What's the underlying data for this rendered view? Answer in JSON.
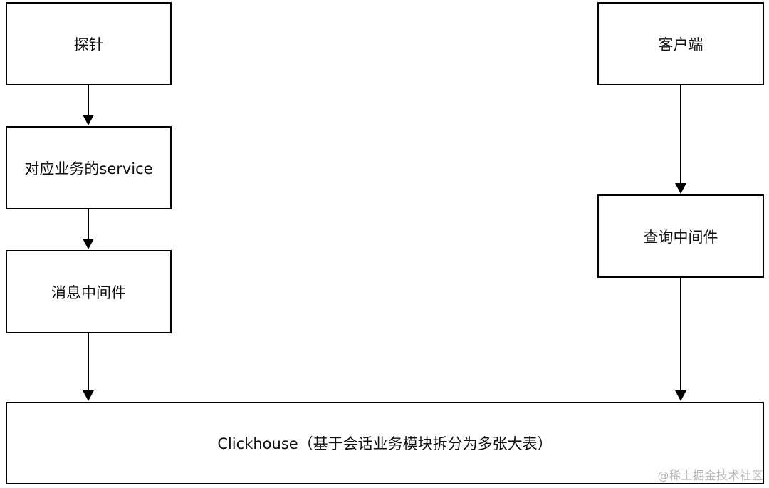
{
  "diagram": {
    "nodes": {
      "probe": "探针",
      "service": "对应业务的service",
      "message_middleware": "消息中间件",
      "client": "客户端",
      "query_middleware": "查询中间件",
      "clickhouse": "Clickhouse（基于会话业务模块拆分为多张大表）"
    },
    "edges": [
      {
        "from": "probe",
        "to": "service"
      },
      {
        "from": "service",
        "to": "message_middleware"
      },
      {
        "from": "message_middleware",
        "to": "clickhouse"
      },
      {
        "from": "client",
        "to": "query_middleware"
      },
      {
        "from": "query_middleware",
        "to": "clickhouse"
      }
    ]
  },
  "watermark": "@稀土掘金技术社区",
  "colors": {
    "stroke": "#000000",
    "background": "#ffffff",
    "watermark": "#b9b9b9"
  }
}
